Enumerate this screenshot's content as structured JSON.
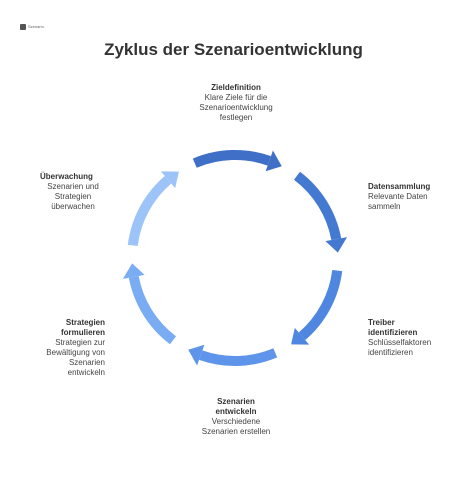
{
  "logo": {
    "text": "Szenario"
  },
  "title": "Zyklus der Szenarioentwicklung",
  "colors": {
    "arrow_1": "#3f6fc6",
    "arrow_2": "#4479d2",
    "arrow_3": "#4e86e0",
    "arrow_4": "#5e95ea",
    "arrow_5": "#7aacf3",
    "arrow_6": "#9cc4f8"
  },
  "steps": [
    {
      "heading": "Zieldefinition",
      "desc": "Klare Ziele für die Szenarioentwicklung festlegen"
    },
    {
      "heading": "Datensammlung",
      "desc": "Relevante Daten sammeln"
    },
    {
      "heading": "Treiber identifizieren",
      "desc": "Schlüsselfaktoren identifizieren"
    },
    {
      "heading": "Szenarien entwickeln",
      "desc": "Verschiedene Szenarien erstellen"
    },
    {
      "heading": "Strategien formulieren",
      "desc": "Strategien zur Bewältigung von Szenarien entwickeln"
    },
    {
      "heading": "Überwachung",
      "desc": "Szenarien und Strategien überwachen"
    }
  ]
}
